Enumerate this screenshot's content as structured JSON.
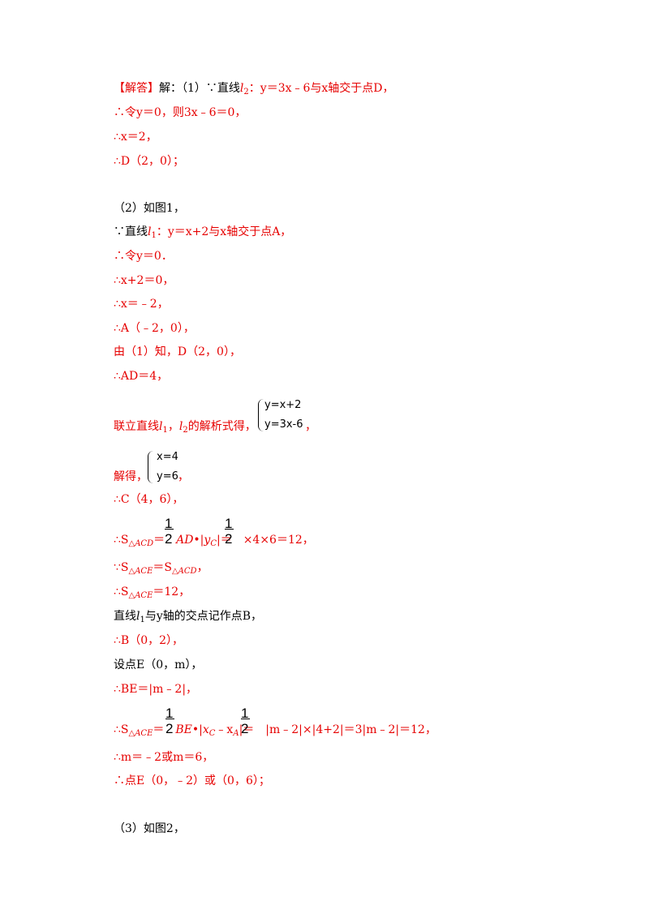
{
  "lines": {
    "l1_head": "【解答】",
    "l1_rest": "解：（1）∵直线",
    "l1_l2": "l",
    "l1_sub2": "2",
    "l1_eq": "：y＝3x﹣6与x轴交于点D，",
    "l2": "∴令y＝0，则3x﹣6＝0，",
    "l3": "∴x＝2，",
    "l4": "∴D（2，0）；",
    "p2_1": "（2）如图1，",
    "p2_2a": "∵直线",
    "p2_2l": "l",
    "p2_2s": "1",
    "p2_2b": "：y＝x+2与x轴交于点A，",
    "p2_3": "∴令y＝0．",
    "p2_4": "∴x+2＝0，",
    "p2_5": "∴x＝﹣2，",
    "p2_6": "∴A（﹣2，0），",
    "p2_7": "由（1）知，D（2，0），",
    "p2_8": "∴AD＝4，",
    "p2_9a": "联立直线",
    "p2_9l1": "l",
    "p2_9s1": "1",
    "p2_9c": "，",
    "p2_9l2": "l",
    "p2_9s2": "2",
    "p2_9b": "的解析式得，",
    "sys1_top": "y=x+2",
    "sys1_bot": "y=3x-6",
    "sys1_end": "，",
    "p2_10": "解得，",
    "sys2_top": "x=4",
    "sys2_bot": "y=6",
    "sys2_end": "，",
    "p2_11": "∴C（4，6），",
    "s1_a": "∴S",
    "s1_sub": "△ACD",
    "s1_b": "＝",
    "s1_c": "AD•|y",
    "s1_csub": "C",
    "s1_d": "|＝",
    "s1_e": "×4×6＝12，",
    "s2_a": "∵S",
    "s2_sub1": "△ACE",
    "s2_b": "＝S",
    "s2_sub2": "△ACD",
    "s2_c": "，",
    "s3_a": "∴S",
    "s3_sub": "△ACE",
    "s3_b": "＝12，",
    "p2_12a": "直线",
    "p2_12l": "l",
    "p2_12s": "1",
    "p2_12b": "与y轴的交点记作点B，",
    "p2_13": "∴B（0，2），",
    "p2_14": "设点E（0，m），",
    "p2_15": "∴BE＝|m﹣2|，",
    "s4_a": "∴S",
    "s4_sub": "△ACE",
    "s4_b": "＝",
    "s4_c": "BE•|x",
    "s4_csub": "C",
    "s4_d": "﹣x",
    "s4_dsub": "A",
    "s4_e": "|＝",
    "s4_f": "|m﹣2|×|4+2|＝3|m﹣2|＝12，",
    "p2_16": "∴m＝﹣2或m＝6，",
    "p2_17": "∴点E（0，﹣2）或（0，6）；",
    "p3_1": "（3）如图2，"
  },
  "frac": {
    "num": "1",
    "den": "2"
  },
  "colors": {
    "answer": "#e60000",
    "text": "#000000"
  }
}
